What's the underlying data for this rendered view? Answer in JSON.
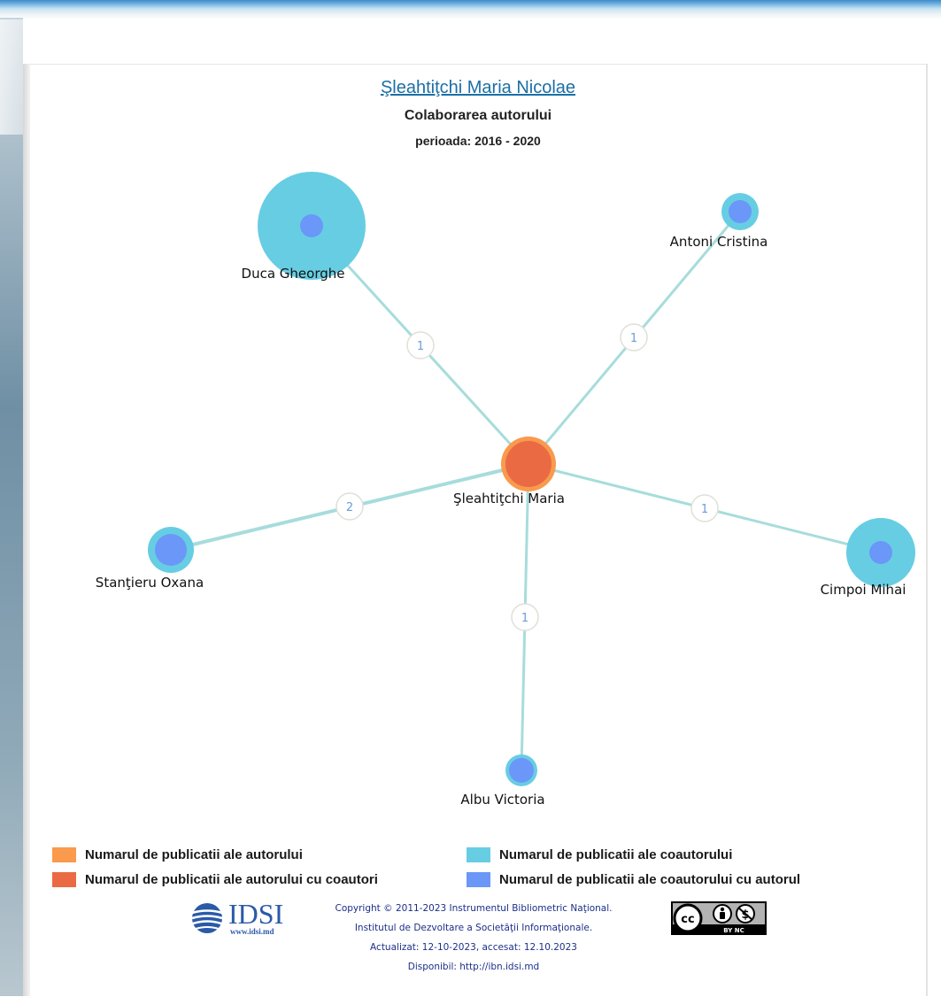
{
  "header": {
    "title": "Şleahtiţchi Maria Nicolae",
    "subtitle": "Colaborarea autorului",
    "period": "perioada: 2016 - 2020"
  },
  "diagram": {
    "nodes": {
      "center": "Şleahtiţchi Maria",
      "duca": "Duca Gheorghe",
      "antoni": "Antoni Cristina",
      "stantieru": "Stanţieru Oxana",
      "cimpoi": "Cimpoi Mihai",
      "albu": "Albu Victoria"
    },
    "edges": {
      "duca": "1",
      "antoni": "1",
      "stantieru": "2",
      "cimpoi": "1",
      "albu": "1"
    }
  },
  "legend": {
    "author": "Numarul de publicatii ale autorului",
    "author_coauthors": "Numarul de publicatii ale autorului cu coautori",
    "coauthor": "Numarul de publicatii ale coautorului",
    "coauthor_author": "Numarul de publicatii ale coautorului cu autorul"
  },
  "colors": {
    "author": "#f99a4d",
    "author_coauthors": "#ea6a43",
    "coauthor": "#67cde3",
    "coauthor_author": "#6a97f8",
    "edge": "#a7dcdc"
  },
  "footer": {
    "logo_text": "IDSI",
    "logo_url": "www.idsi.md",
    "line1": "Copyright © 2011-2023 Instrumentul Bibliometric Naţional.",
    "line2": "Institutul de Dezvoltare a Societăţii Informaţionale.",
    "line3": "Actualizat: 12-10-2023, accesat: 12.10.2023",
    "line4": "Disponibil: http://ibn.idsi.md",
    "cc_label": "cc",
    "cc_terms": "BY   NC"
  }
}
